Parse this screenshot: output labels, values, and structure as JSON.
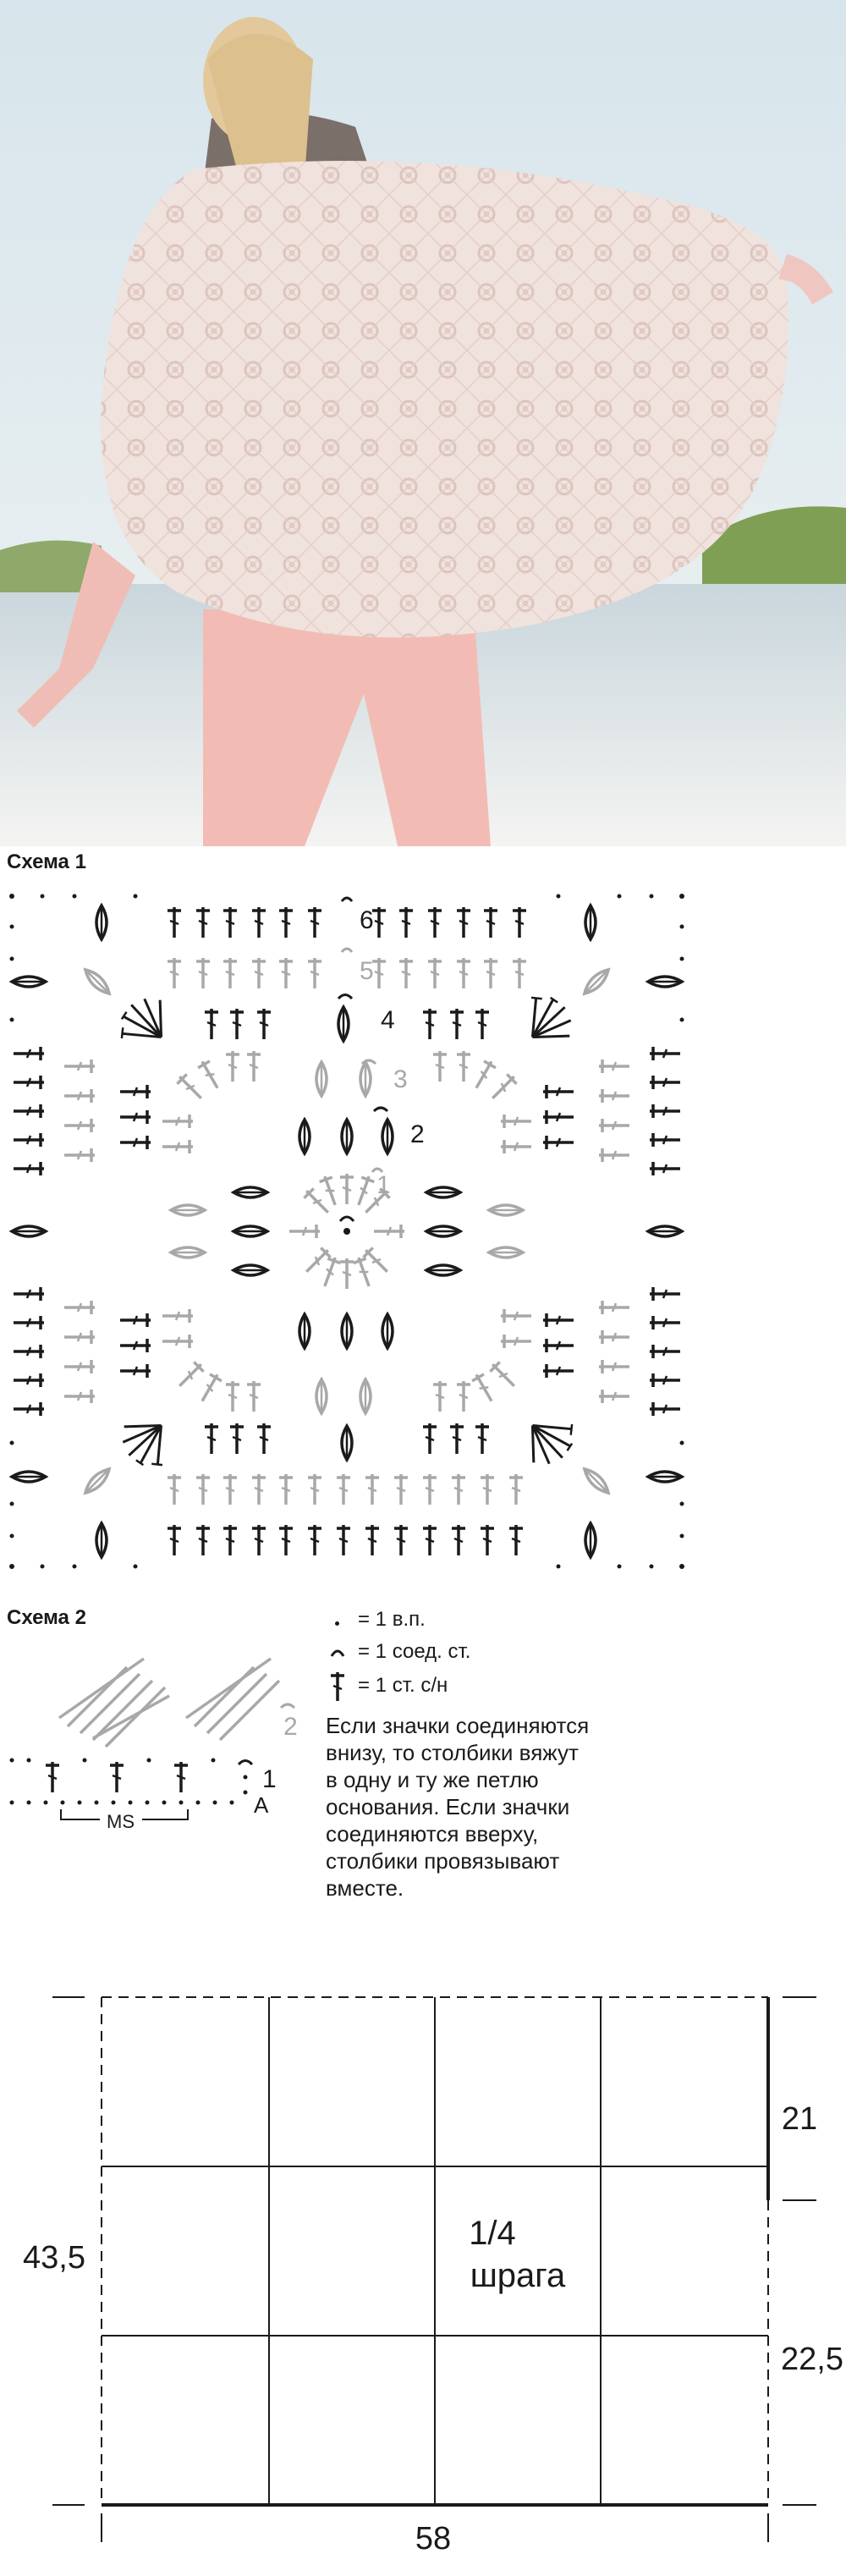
{
  "scheme1": {
    "title": "Схема 1",
    "round_numbers": [
      "1",
      "2",
      "3",
      "4",
      "5",
      "6"
    ]
  },
  "scheme2": {
    "title": "Схема 2",
    "row_labels": [
      "1",
      "2"
    ],
    "start_label": "A",
    "repeat_label": "MS"
  },
  "legend": {
    "items": [
      {
        "symbol": "chain-dot-icon",
        "text": "= 1 в.п."
      },
      {
        "symbol": "slip-stitch-icon",
        "text": "= 1 соед. ст."
      },
      {
        "symbol": "double-crochet-icon",
        "text": "= 1 ст. с/н"
      }
    ],
    "note_lines": [
      "Если значки соединяются",
      "внизу, то столбики вяжут",
      "в одну и ту же петлю",
      "основания. Если значки",
      "соединяются вверху,",
      "столбики провязывают",
      "вместе."
    ]
  },
  "pattern": {
    "label_line1": "1/4",
    "label_line2": "шрага",
    "dim_right_top": "21",
    "dim_left": "43,5",
    "dim_right_bottom": "22,5",
    "dim_bottom": "58"
  },
  "colors": {
    "ink": "#1a1a1a",
    "gray_round": "#a8a8a8",
    "photo_sky": "#dfe9ee",
    "photo_shawl": "#efe1dc",
    "photo_pants": "#f0b9b4"
  }
}
